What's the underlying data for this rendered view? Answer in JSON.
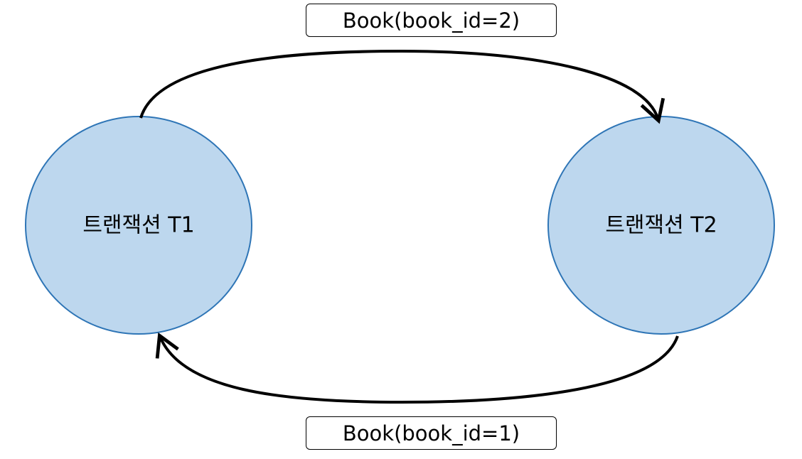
{
  "nodes": {
    "t1": {
      "label": "트랜잭션 T1"
    },
    "t2": {
      "label": "트랜잭션 T2"
    }
  },
  "edges": {
    "t1_to_t2": {
      "label": "Book(book_id=2)"
    },
    "t2_to_t1": {
      "label": "Book(book_id=1)"
    }
  },
  "colors": {
    "node_fill": "#bdd7ee",
    "node_stroke": "#2e75b6",
    "arrow": "#000000"
  }
}
